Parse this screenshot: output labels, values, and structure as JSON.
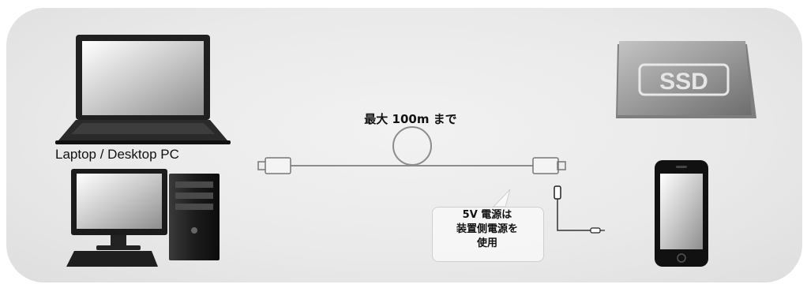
{
  "labels": {
    "pc": "Laptop / Desktop PC",
    "range": "最大 100m まで",
    "power_line1": "5V 電源は",
    "power_line2": "装置側電源を",
    "power_line3": "使用",
    "ssd": "SSD"
  },
  "icons": [
    "laptop-icon",
    "desktop-pc-icon",
    "usb-cable-icon",
    "ssd-icon",
    "smartphone-icon",
    "power-plug-icon"
  ],
  "colors": {
    "panel": "#e9e9e9",
    "cable": "#8c8c8c",
    "device_dark": "#1a1a1a",
    "ssd_metal": "#9a9a9a"
  }
}
